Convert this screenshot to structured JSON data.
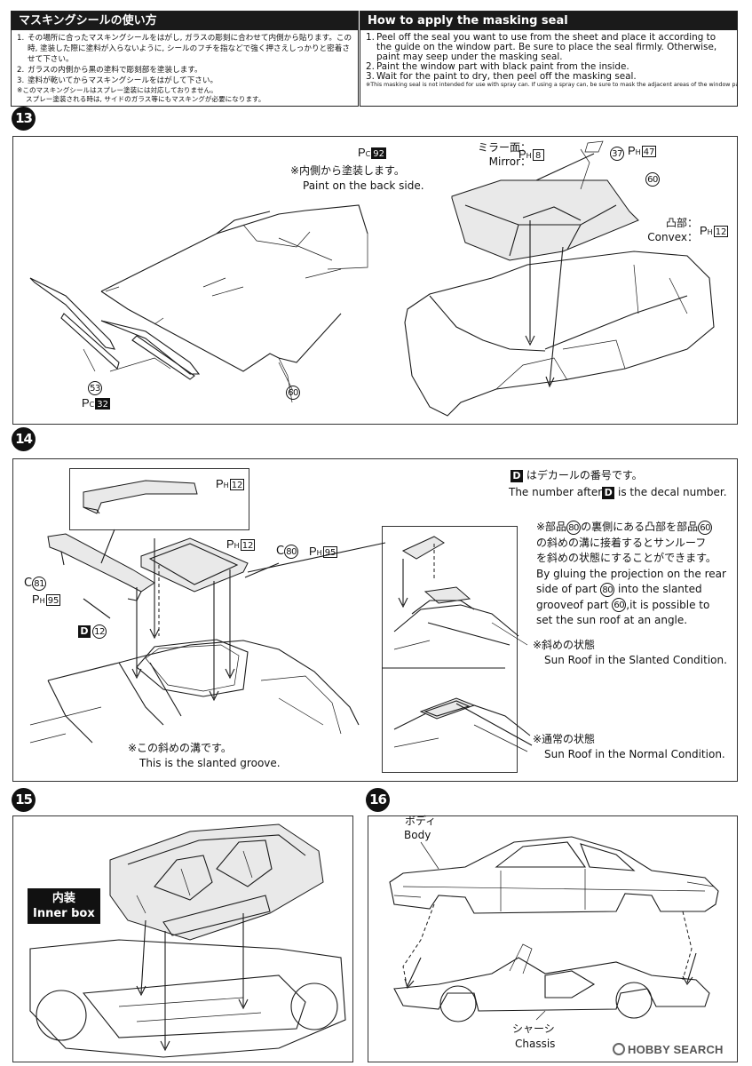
{
  "header_jp": {
    "title": "マスキングシールの使い方",
    "steps": [
      {
        "n": "1.",
        "text": "その場所に合ったマスキングシールをはがし, ガラスの彫刻に合わせて内側から貼ります。この時, 塗装した際に塗料が入らないように, シールのフチを指などで強く押さえしっかりと密着させて下さい。"
      },
      {
        "n": "2.",
        "text": "ガラスの内側から黒の塗料で彫刻部を塗装します。"
      },
      {
        "n": "3.",
        "text": "塗料が乾いてからマスキングシールをはがして下さい。"
      }
    ],
    "notes": [
      "※このマスキングシールはスプレー塗装には対応しておりません。",
      "スプレー塗装される時は, サイドのガラス等にもマスキングが必要になります。"
    ]
  },
  "header_en": {
    "title": "How to apply the masking seal",
    "steps": [
      {
        "n": "1.",
        "text": "Peel off the seal you want to use from the sheet and place it according to the guide on the window part. Be sure to place the seal firmly. Otherwise, paint may seep under the masking seal."
      },
      {
        "n": "2.",
        "text": "Paint the window part with black paint from the inside."
      },
      {
        "n": "3.",
        "text": "Wait for the paint to dry, then peel off the masking seal."
      }
    ],
    "note": "※This masking seal is not intended for use with spray can. If using a spray can, be sure to mask the adjacent areas of the window part."
  },
  "step13": {
    "number": "13",
    "back_note_jp": "※内側から塗装します。",
    "back_note_en": "Paint on the back side.",
    "mirror_jp": "ミラー面：",
    "mirror_en": "Mirror：",
    "convex_jp": "凸部：",
    "convex_en": "Convex：",
    "part_37": "37",
    "part_60a": "60",
    "part_60b": "60",
    "part_53": "53"
  },
  "step14": {
    "number": "14",
    "decal_note_jp": "はデカールの番号です。",
    "decal_note_en_a": "The number after",
    "decal_note_en_b": "is the decal number.",
    "decal_letter": "D",
    "decal_num": "12",
    "part_c81_letter": "C",
    "part_c81": "81",
    "part_c80_letter": "C",
    "part_c80": "80",
    "angle_note": {
      "l1a": "※部品",
      "p80": "80",
      "l1b": "の裏側にある凸部を部品",
      "p60": "60",
      "l2": "の斜めの溝に接着するとサンルーフ",
      "l3": "を斜めの状態にすることができます。",
      "e1": "By gluing the projection on the rear",
      "e2a": "side of part",
      "e2p": "80",
      "e2b": "into the slanted",
      "e3a": "grooveof part",
      "e3p": "60",
      "e3b": ",it is possible to",
      "e4": "set the sun roof at an angle."
    },
    "slanted_jp": "※斜めの状態",
    "slanted_en": "Sun Roof in the Slanted Condition.",
    "normal_jp": "※通常の状態",
    "normal_en": "Sun Roof in the Normal Condition.",
    "groove_jp": "※この斜めの溝です。",
    "groove_en": "This is the slanted groove."
  },
  "step15": {
    "number": "15",
    "inner_jp": "内装",
    "inner_en": "Inner box"
  },
  "step16": {
    "number": "16",
    "body_jp": "ボディ",
    "body_en": "Body",
    "chassis_jp": "シャーシ",
    "chassis_en": "Chassis"
  },
  "paint_codes": [
    {
      "id": "pc92",
      "prefix": "P",
      "sub": "C",
      "num": "92",
      "filled": true
    },
    {
      "id": "ph8",
      "prefix": "P",
      "sub": "H",
      "num": "8",
      "filled": false
    },
    {
      "id": "ph47",
      "prefix": "P",
      "sub": "H",
      "num": "47",
      "filled": false
    },
    {
      "id": "ph12a",
      "prefix": "P",
      "sub": "H",
      "num": "12",
      "filled": false
    },
    {
      "id": "pc32",
      "prefix": "P",
      "sub": "C",
      "num": "32",
      "filled": true
    },
    {
      "id": "ph12b",
      "prefix": "P",
      "sub": "H",
      "num": "12",
      "filled": false
    },
    {
      "id": "ph12c",
      "prefix": "P",
      "sub": "H",
      "num": "12",
      "filled": false
    },
    {
      "id": "ph95a",
      "prefix": "P",
      "sub": "H",
      "num": "95",
      "filled": false
    },
    {
      "id": "ph95b",
      "prefix": "P",
      "sub": "H",
      "num": "95",
      "filled": false
    }
  ],
  "watermark": "HOBBY SEARCH"
}
